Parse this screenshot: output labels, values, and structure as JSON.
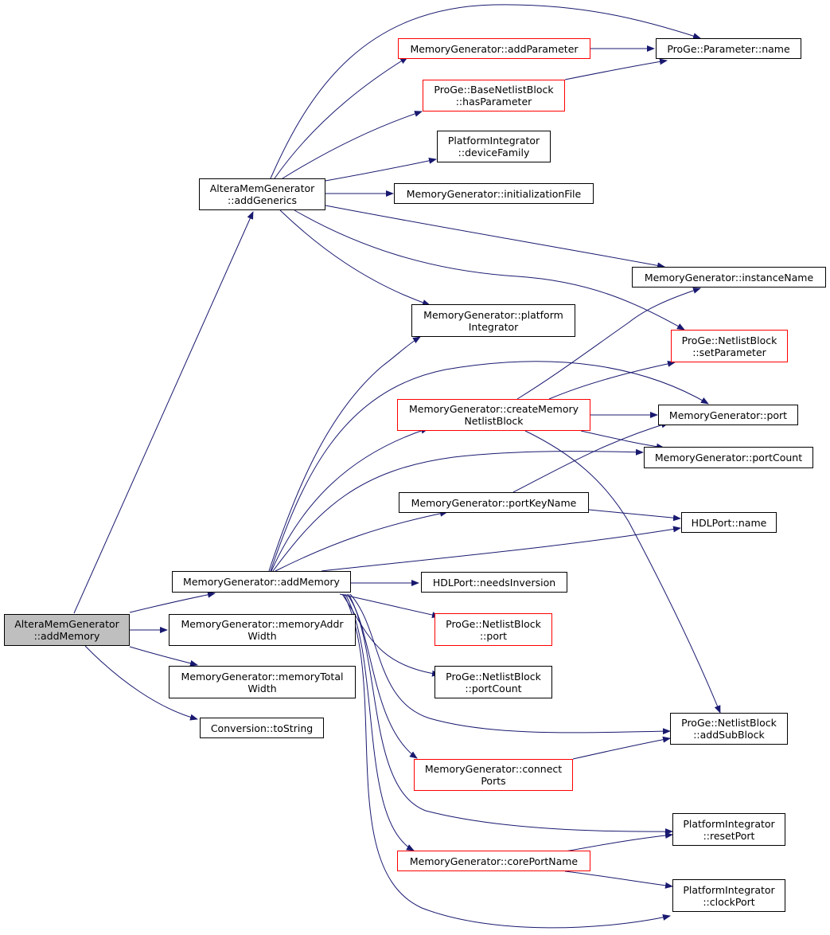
{
  "colors": {
    "edge": "#191970",
    "node_border": "#000000",
    "highlight_border": "#ff0000",
    "root_fill": "#bfbfbf"
  },
  "nodes": {
    "root": [
      "AlteraMemGenerator",
      "::addMemory"
    ],
    "add_generics": [
      "AlteraMemGenerator",
      "::addGenerics"
    ],
    "add_parameter": [
      "MemoryGenerator::addParameter"
    ],
    "param_name": [
      "ProGe::Parameter::name"
    ],
    "has_parameter": [
      "ProGe::BaseNetlistBlock",
      "::hasParameter"
    ],
    "device_family": [
      "PlatformIntegrator",
      "::deviceFamily"
    ],
    "init_file": [
      "MemoryGenerator::initializationFile"
    ],
    "instance_name": [
      "MemoryGenerator::instanceName"
    ],
    "platform_integrator": [
      "MemoryGenerator::platform",
      "Integrator"
    ],
    "set_parameter": [
      "ProGe::NetlistBlock",
      "::setParameter"
    ],
    "create_block": [
      "MemoryGenerator::createMemory",
      "NetlistBlock"
    ],
    "mg_port": [
      "MemoryGenerator::port"
    ],
    "mg_port_count": [
      "MemoryGenerator::portCount"
    ],
    "port_key_name": [
      "MemoryGenerator::portKeyName"
    ],
    "hdl_name": [
      "HDLPort::name"
    ],
    "add_memory": [
      "MemoryGenerator::addMemory"
    ],
    "needs_inversion": [
      "HDLPort::needsInversion"
    ],
    "mem_addr_width": [
      "MemoryGenerator::memoryAddr",
      "Width"
    ],
    "nb_port": [
      "ProGe::NetlistBlock",
      "::port"
    ],
    "mem_total_width": [
      "MemoryGenerator::memoryTotal",
      "Width"
    ],
    "nb_port_count": [
      "ProGe::NetlistBlock",
      "::portCount"
    ],
    "to_string": [
      "Conversion::toString"
    ],
    "add_sub_block": [
      "ProGe::NetlistBlock",
      "::addSubBlock"
    ],
    "connect_ports": [
      "MemoryGenerator::connect",
      "Ports"
    ],
    "reset_port": [
      "PlatformIntegrator",
      "::resetPort"
    ],
    "core_port_name": [
      "MemoryGenerator::corePortName"
    ],
    "clock_port": [
      "PlatformIntegrator",
      "::clockPort"
    ]
  }
}
